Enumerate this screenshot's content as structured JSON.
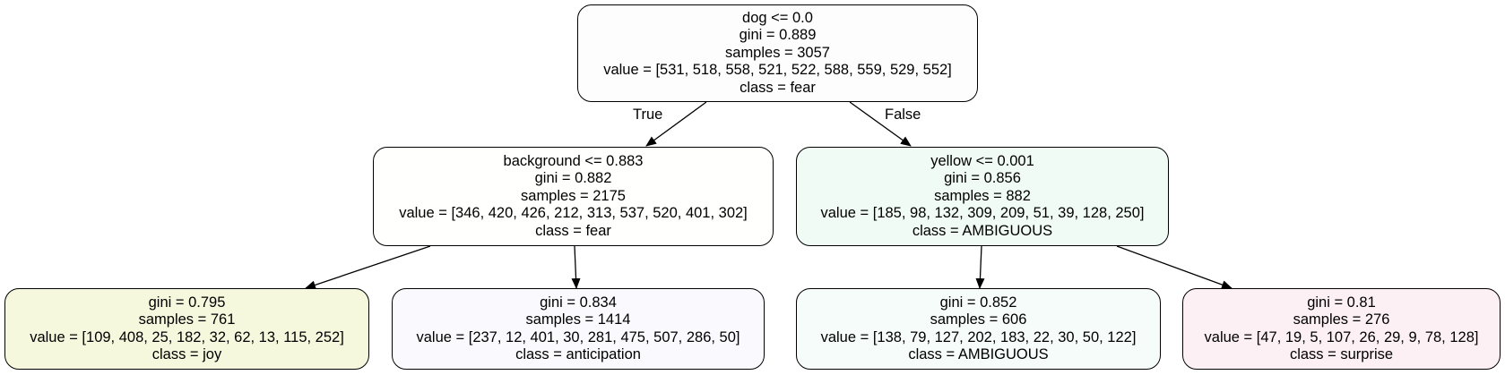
{
  "tree": {
    "root": {
      "lines": [
        "dog <= 0.0",
        "gini = 0.889",
        "samples = 3057",
        "value = [531, 518, 558, 521, 522, 588, 559, 529, 552]",
        "class = fear"
      ],
      "fill": "#fdfdfd"
    },
    "edge_true_label": "True",
    "edge_false_label": "False",
    "left": {
      "lines": [
        "background <= 0.883",
        "gini = 0.882",
        "samples = 2175",
        "value = [346, 420, 426, 212, 313, 537, 520, 401, 302]",
        "class = fear"
      ],
      "fill": "#fffffe"
    },
    "right": {
      "lines": [
        "yellow <= 0.001",
        "gini = 0.856",
        "samples = 882",
        "value = [185, 98, 132, 309, 209, 51, 39, 128, 250]",
        "class = AMBIGUOUS"
      ],
      "fill": "#f1fbf5"
    },
    "leaf1": {
      "lines": [
        "gini = 0.795",
        "samples = 761",
        "value = [109, 408, 25, 182, 32, 62, 13, 115, 252]",
        "class = joy"
      ],
      "fill": "#f5f8dc"
    },
    "leaf2": {
      "lines": [
        "gini = 0.834",
        "samples = 1414",
        "value = [237, 12, 401, 30, 281, 475, 507, 286, 50]",
        "class = anticipation"
      ],
      "fill": "#fafafe"
    },
    "leaf3": {
      "lines": [
        "gini = 0.852",
        "samples = 606",
        "value = [138, 79, 127, 202, 183, 22, 30, 50, 122]",
        "class = AMBIGUOUS"
      ],
      "fill": "#f6fcf9"
    },
    "leaf4": {
      "lines": [
        "gini = 0.81",
        "samples = 276",
        "value = [47, 19, 5, 107, 26, 29, 9, 78, 128]",
        "class = surprise"
      ],
      "fill": "#fcf0f4"
    }
  }
}
